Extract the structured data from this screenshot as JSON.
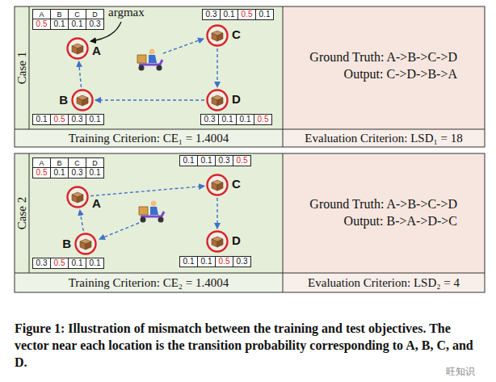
{
  "diagram": {
    "caption": "Figure 1: Illustration of mismatch between the training and test objectives. The vector near each location is the transition probability corresponding to A, B, C, and D.",
    "nodes": [
      {
        "text": [
          "Case 1"
        ]
      },
      {
        "text": [
          "A"
        ],
        "in": 0
      },
      {
        "text": [
          "B"
        ],
        "in": 0
      },
      {
        "text": [
          "C"
        ],
        "in": 0
      },
      {
        "text": [
          "D"
        ],
        "in": 0
      },
      {
        "text": [
          "Ground Truth: A->B->C->D",
          "Output: C->D->B->A"
        ]
      },
      {
        "text": [
          "Training Criterion: CE₁ = 1.4004"
        ]
      },
      {
        "text": [
          "Evaluation Criterion: LSD₁ = 18"
        ]
      },
      {
        "text": [
          "Case 2"
        ]
      },
      {
        "text": [
          "A"
        ],
        "in": 8
      },
      {
        "text": [
          "B"
        ],
        "in": 8
      },
      {
        "text": [
          "C"
        ],
        "in": 8
      },
      {
        "text": [
          "D"
        ],
        "in": 8
      },
      {
        "text": [
          "Ground Truth: A->B->C->D",
          "Output: B->A->D->C"
        ]
      },
      {
        "text": [
          "Training Criterion: CE₂ = 1.4004"
        ]
      },
      {
        "text": [
          "Evaluation Criterion: LSD₂ = 4"
        ]
      }
    ],
    "edges": [
      {
        "from": 3,
        "to": 4,
        "arrow": "to"
      },
      {
        "from": 4,
        "to": 2,
        "arrow": "to"
      },
      {
        "from": 2,
        "to": 1,
        "arrow": "to"
      },
      {
        "from": 10,
        "to": 9,
        "arrow": "to"
      },
      {
        "from": 9,
        "to": 11,
        "arrow": "to"
      },
      {
        "from": 11,
        "to": 12,
        "arrow": "to"
      }
    ],
    "labels": [
      "argmax",
      "A",
      "B",
      "C",
      "D",
      "0.5",
      "0.1",
      "0.1",
      "0.3",
      "0.3",
      "0.1",
      "0.5",
      "0.1",
      "0.1",
      "0.5",
      "0.3",
      "0.1",
      "0.3",
      "0.1",
      "0.1",
      "0.5",
      "A",
      "B",
      "C",
      "D",
      "0.5",
      "0.1",
      "0.3",
      "0.1",
      "0.1",
      "0.1",
      "0.3",
      "0.5",
      "0.3",
      "0.5",
      "0.1",
      "0.1",
      "0.1",
      "0.1",
      "0.5",
      "0.3",
      "旺知识"
    ]
  }
}
